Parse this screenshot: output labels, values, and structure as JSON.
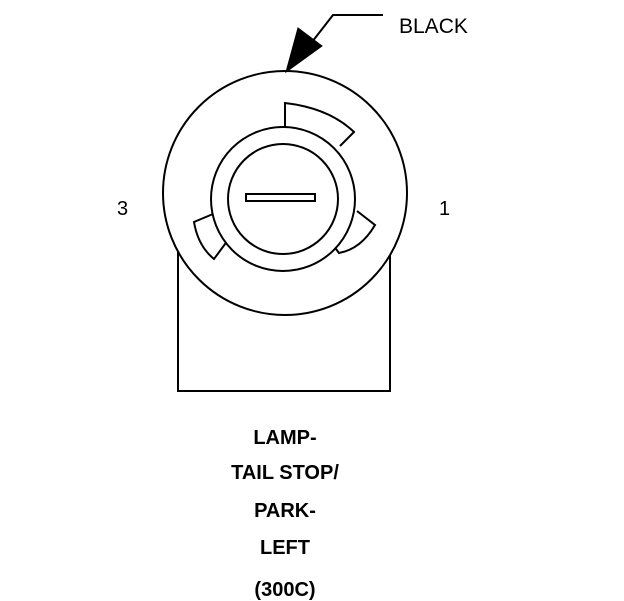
{
  "diagram": {
    "wire_color_label": "BLACK",
    "pins": {
      "left": "3",
      "right": "1"
    },
    "caption": {
      "line1": "LAMP-",
      "line2": "TAIL STOP/",
      "line3": "PARK-",
      "line4": "LEFT",
      "line5": "(300C)"
    }
  }
}
